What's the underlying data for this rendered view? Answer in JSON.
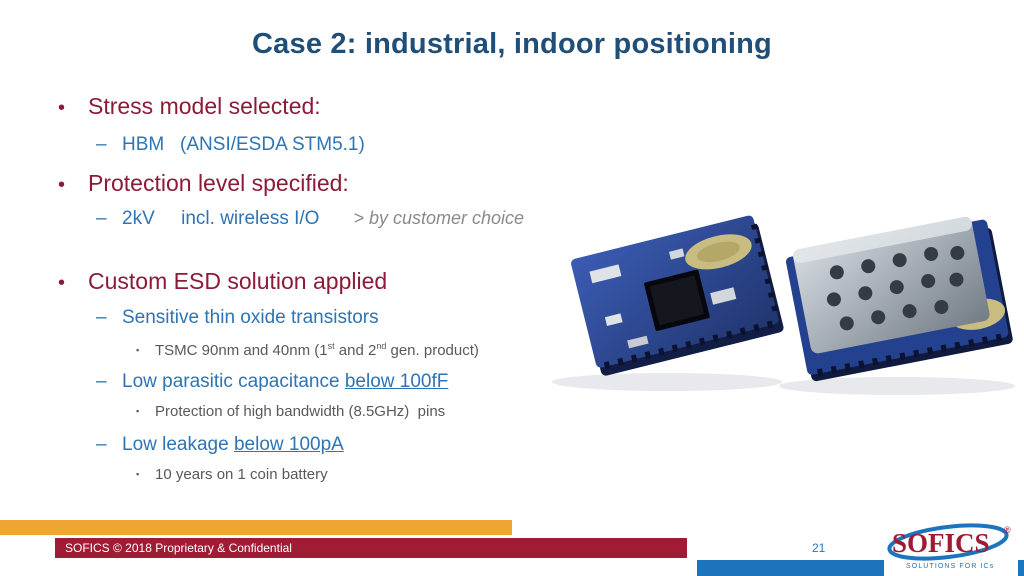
{
  "slide": {
    "title": "Case 2: industrial, indoor positioning"
  },
  "marks": {
    "level1": "•",
    "level2": "–",
    "level3": "▪"
  },
  "bullets": {
    "b1": "Stress model selected:",
    "b1_sub": "HBM   (ANSI/ESDA STM5.1)",
    "b2": "Protection level specified:",
    "b2_sub": "2kV     incl. wireless I/O",
    "b2_note": "> by customer choice",
    "b3": "Custom ESD solution applied",
    "b3_s1": "Sensitive thin oxide transistors",
    "tsmc": {
      "p0": "TSMC 90nm and 40nm (1",
      "s0": "st",
      "p1": " and 2",
      "s1": "nd",
      "p2": " gen. product)"
    },
    "b3_s2_pre": "Low parasitic capacitance ",
    "b3_s2_u": "below 100fF",
    "b3_s2_detail": "Protection of high bandwidth (8.5GHz)  pins",
    "b3_s3_pre": "Low leakage ",
    "b3_s3_u": "below 100pA",
    "b3_s3_detail": "10 years on 1 coin battery"
  },
  "footer": {
    "confidential": "SOFICS © 2018 Proprietary & Confidential",
    "page_number": "21",
    "logo": {
      "name": "SOFICS",
      "reg": "®",
      "tagline": "SOLUTIONS FOR ICs"
    }
  },
  "colors": {
    "title_blue": "#1F4E79",
    "heading_red": "#8C1B38",
    "bullet_blue": "#2E74B5",
    "detail_gray": "#595959",
    "note_gray": "#8A8A8A",
    "bar_orange": "#F0A432",
    "bar_red": "#A01C34",
    "bar_blue": "#1C75BC",
    "logo_red": "#9E1B32",
    "logo_blue": "#1C75BC"
  }
}
